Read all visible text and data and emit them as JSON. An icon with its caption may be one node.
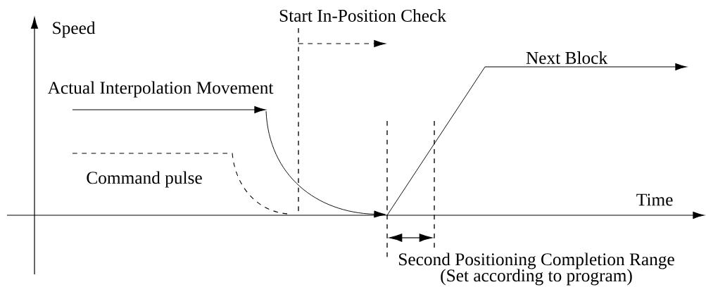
{
  "diagram": {
    "labels": [
      "Speed",
      "Start In-Position Check",
      "Next Block",
      "Actual Interpolation Movement",
      "Command pulse",
      "Time",
      "Second Positioning Completion Range",
      "(Set according to program)"
    ]
  }
}
